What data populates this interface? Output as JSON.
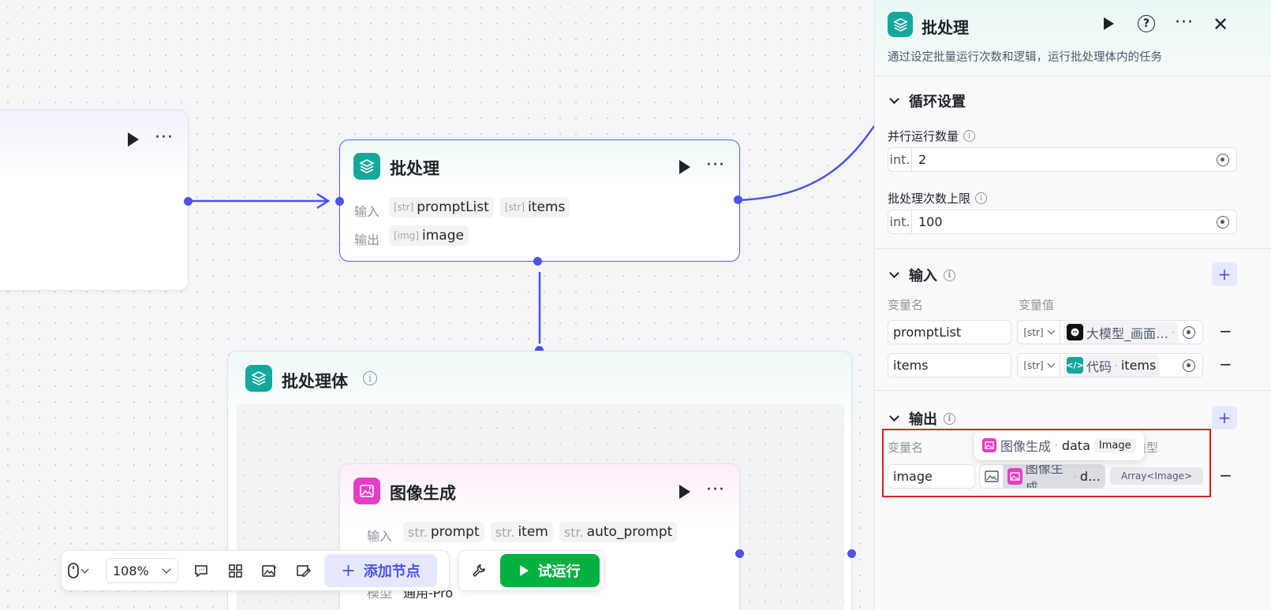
{
  "canvas": {
    "left_node": {},
    "batch_node": {
      "title": "批处理",
      "input_label": "输入",
      "output_label": "输出",
      "inputs": [
        {
          "type": "[str]",
          "name": "promptList"
        },
        {
          "type": "[str]",
          "name": "items"
        }
      ],
      "outputs": [
        {
          "type": "[img]",
          "name": "image"
        }
      ]
    },
    "batch_body": {
      "title": "批处理体"
    },
    "image_node": {
      "title": "图像生成",
      "input_label": "输入",
      "inputs": [
        {
          "type": "str.",
          "name": "prompt"
        },
        {
          "type": "str.",
          "name": "item"
        },
        {
          "type": "str.",
          "name": "auto_prompt"
        }
      ],
      "partial_label": "模型",
      "partial_value": "通用-Pro"
    }
  },
  "toolbar": {
    "zoom": "108%",
    "add_node_label": "添加节点",
    "run_label": "试运行"
  },
  "panel": {
    "title": "批处理",
    "description": "通过设定批量运行次数和逻辑，运行批处理体内的任务",
    "loop_section": {
      "title": "循环设置",
      "parallel_label": "并行运行数量",
      "parallel_type": "int.",
      "parallel_value": "2",
      "max_label": "批处理次数上限",
      "max_type": "int.",
      "max_value": "100"
    },
    "input_section": {
      "title": "输入",
      "col_name": "变量名",
      "col_value": "变量值",
      "rows": [
        {
          "name": "promptList",
          "type": "[str]",
          "ref_node": "大模型_画面…",
          "ref_sep": "·"
        },
        {
          "name": "items",
          "type": "[str]",
          "ref_node": "代码",
          "ref_sep": "·",
          "ref_var": "items"
        }
      ]
    },
    "output_section": {
      "title": "输出",
      "col_name": "变量名",
      "col_type": "类型",
      "rows": [
        {
          "name": "image",
          "ref_node": "图像生成",
          "ref_sep": "·",
          "ref_var": "d…",
          "type_badge": "Array<Image>"
        }
      ],
      "tooltip": {
        "node": "图像生成",
        "sep": "·",
        "var": "data",
        "badge": "Image"
      }
    }
  },
  "colors": {
    "accent": "#4d53e8",
    "teal": "#14a89c",
    "pink": "#e63cc6",
    "run_green": "#00b140",
    "highlight_red": "#e02020"
  }
}
